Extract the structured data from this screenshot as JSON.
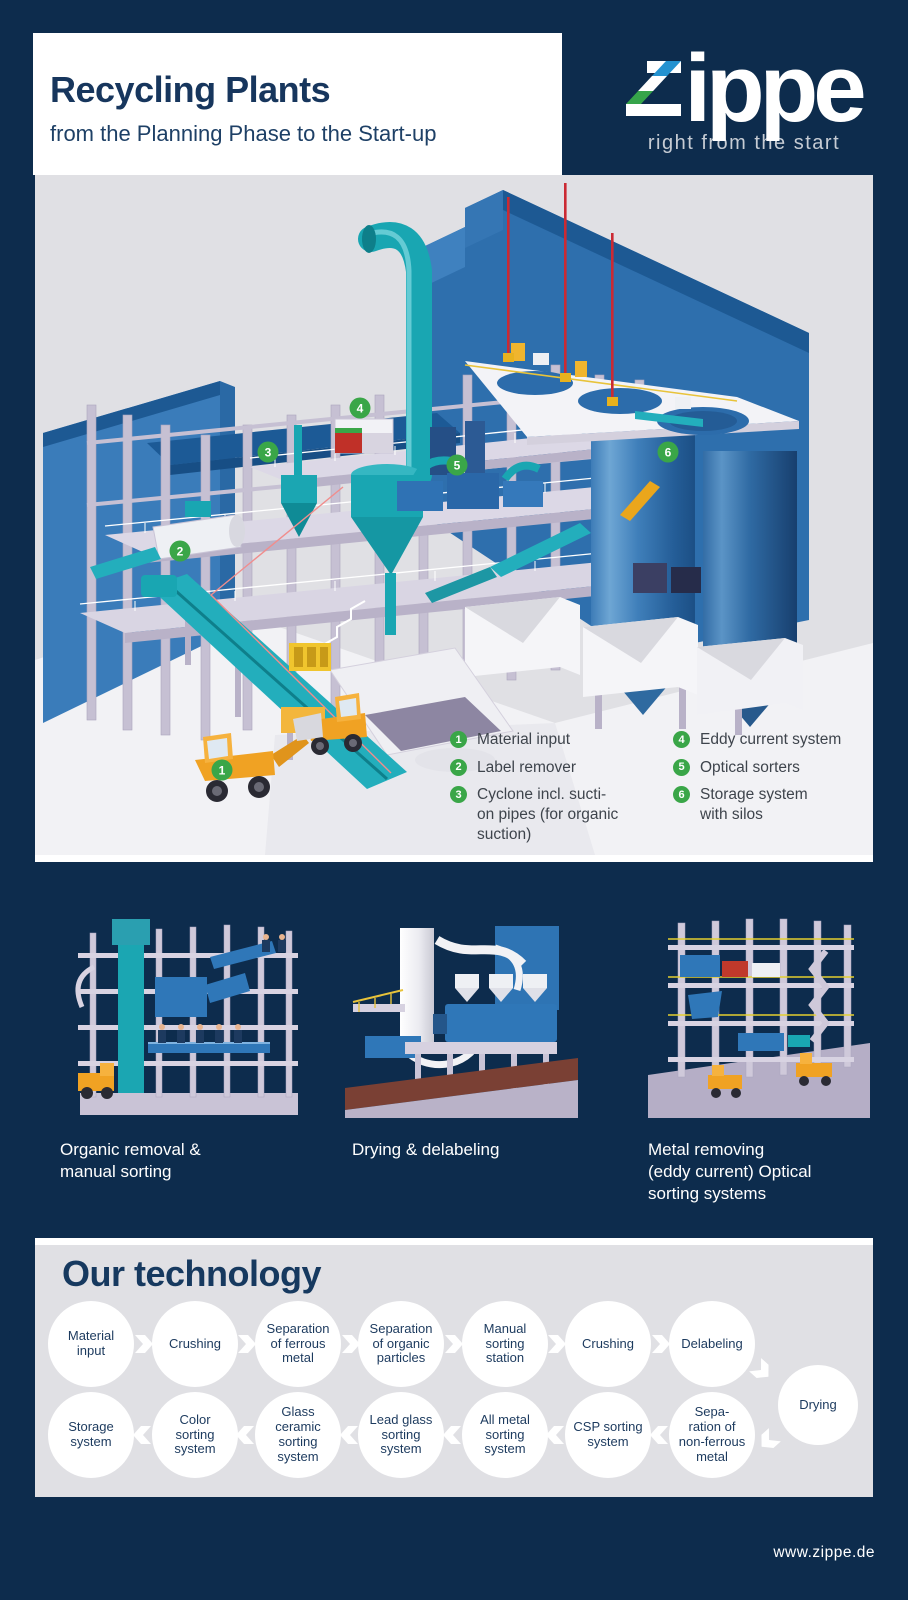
{
  "header": {
    "title": "Recycling Plants",
    "subtitle": "from the Planning Phase to the Start-up"
  },
  "logo": {
    "word_rest": "ippe",
    "tagline": "right from the start"
  },
  "colors": {
    "background_navy": "#0d2c4d",
    "panel_gray": "#e0e0e4",
    "accent_green": "#3aa648",
    "logo_green": "#36a44a",
    "logo_blue": "#2492d0",
    "wall_blue": "#2e6fad",
    "machine_blue": "#2f77b8",
    "teal": "#19a6b2",
    "vehicle_orange": "#f0a223",
    "antenna_red": "#cb2a33"
  },
  "diagram": {
    "legend": [
      {
        "num": "1",
        "label": "Material input"
      },
      {
        "num": "2",
        "label": "Label remover"
      },
      {
        "num": "3",
        "label": "Cyclone incl. sucti-\non pipes (for organic\nsuction)"
      },
      {
        "num": "4",
        "label": "Eddy current system"
      },
      {
        "num": "5",
        "label": "Optical sorters"
      },
      {
        "num": "6",
        "label": "Storage system\nwith silos"
      }
    ]
  },
  "gallery": [
    {
      "caption": "Organic removal &\nmanual sorting"
    },
    {
      "caption": "Drying & delabeling"
    },
    {
      "caption": "Metal removing\n(eddy current) Optical\nsorting systems"
    }
  ],
  "technology": {
    "title": "Our technology",
    "row1": [
      "Material\ninput",
      "Crushing",
      "Separation\nof ferrous\nmetal",
      "Separation\nof organic\nparticles",
      "Manual\nsorting\nstation",
      "Crushing",
      "Delabeling"
    ],
    "connector": "Drying",
    "row2": [
      "Storage\nsystem",
      "Color\nsorting\nsystem",
      "Glass\nceramic\nsorting\nsystem",
      "Lead glass\nsorting\nsystem",
      "All metal\nsorting\nsystem",
      "CSP sorting\nsystem",
      "Sepa-\nration of\nnon-ferrous\nmetal"
    ]
  },
  "footer": {
    "url": "www.zippe.de"
  }
}
